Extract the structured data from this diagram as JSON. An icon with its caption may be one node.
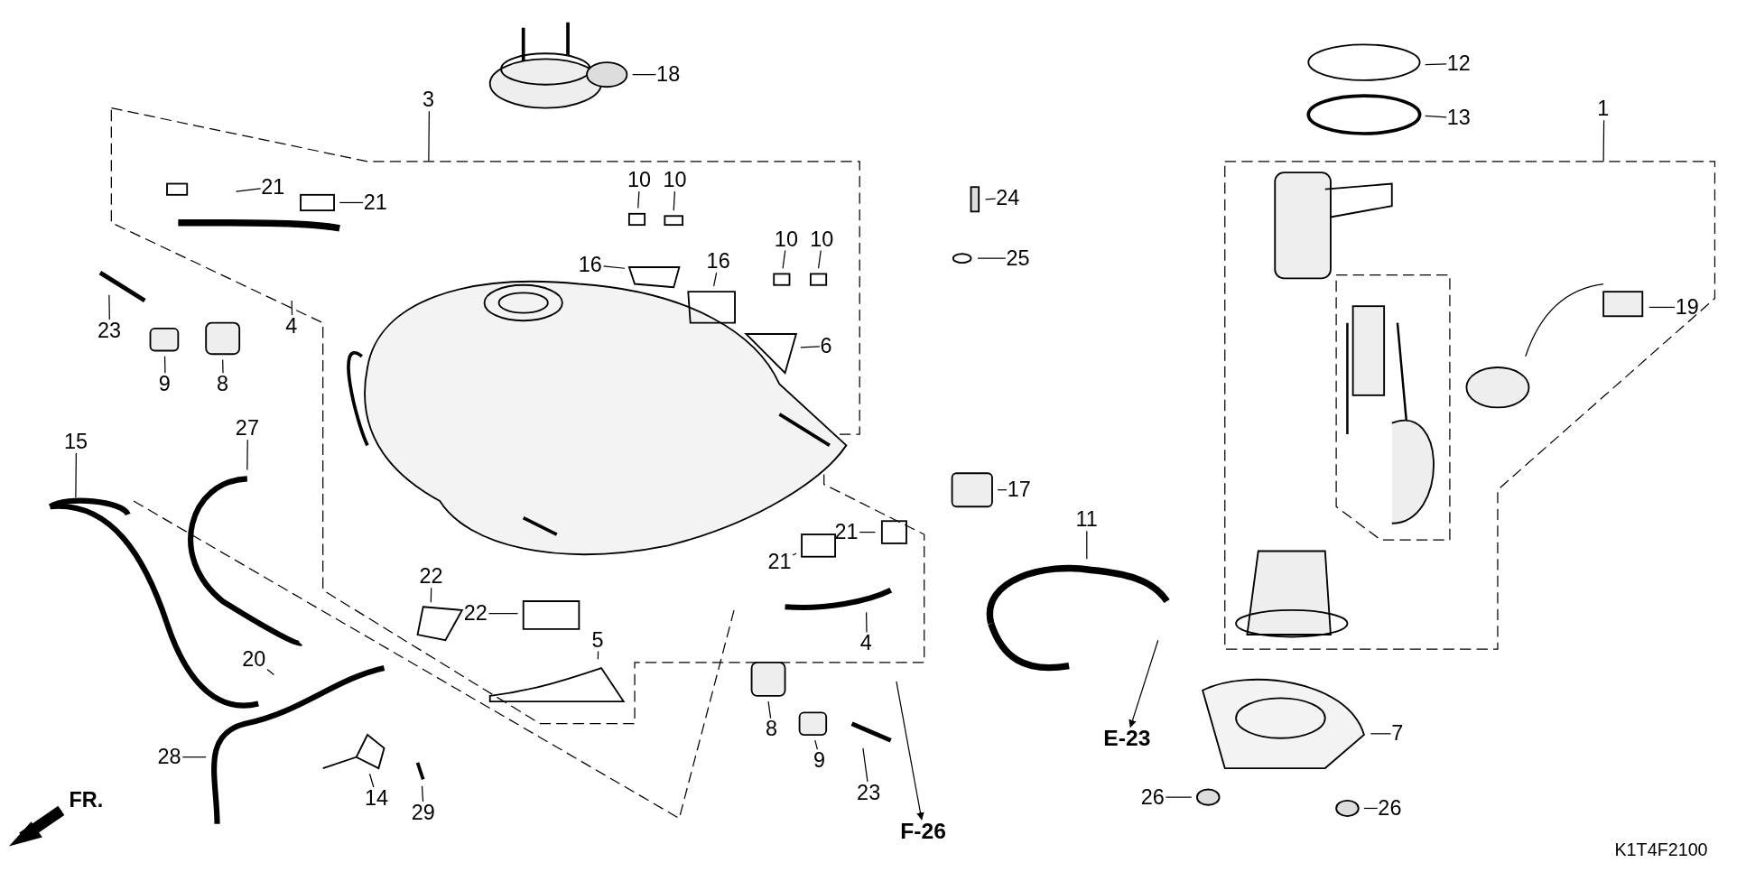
{
  "diagram": {
    "nodes": [
      {
        "text": [
          "18"
        ]
      },
      {
        "text": [
          "3"
        ]
      },
      {
        "text": [
          "12"
        ]
      },
      {
        "text": [
          "13"
        ]
      },
      {
        "text": [
          "1"
        ]
      },
      {
        "text": [
          "21"
        ]
      },
      {
        "text": [
          "21"
        ]
      },
      {
        "text": [
          "10"
        ]
      },
      {
        "text": [
          "10"
        ]
      },
      {
        "text": [
          "24"
        ]
      },
      {
        "text": [
          "10"
        ]
      },
      {
        "text": [
          "10"
        ]
      },
      {
        "text": [
          "25"
        ]
      },
      {
        "text": [
          "19"
        ]
      },
      {
        "text": [
          "16"
        ]
      },
      {
        "text": [
          "16"
        ]
      },
      {
        "text": [
          "4"
        ]
      },
      {
        "text": [
          "23"
        ]
      },
      {
        "text": [
          "9"
        ]
      },
      {
        "text": [
          "8"
        ]
      },
      {
        "text": [
          "6"
        ]
      },
      {
        "text": [
          "27"
        ]
      },
      {
        "text": [
          "15"
        ]
      },
      {
        "text": [
          "17"
        ]
      },
      {
        "text": [
          "11"
        ]
      },
      {
        "text": [
          "21"
        ]
      },
      {
        "text": [
          "21"
        ]
      },
      {
        "text": [
          "22"
        ]
      },
      {
        "text": [
          "22"
        ]
      },
      {
        "text": [
          "5"
        ]
      },
      {
        "text": [
          "4"
        ]
      },
      {
        "text": [
          "20"
        ]
      },
      {
        "text": [
          "8"
        ]
      },
      {
        "text": [
          "9"
        ]
      },
      {
        "text": [
          "23"
        ]
      },
      {
        "text": [
          "7"
        ]
      },
      {
        "text": [
          "E-23"
        ]
      },
      {
        "text": [
          "28"
        ]
      },
      {
        "text": [
          "14"
        ]
      },
      {
        "text": [
          "29"
        ]
      },
      {
        "text": [
          "26"
        ]
      },
      {
        "text": [
          "26"
        ]
      },
      {
        "text": [
          "F-26"
        ]
      }
    ],
    "edges": [
      {
        "from": 0,
        "to": null,
        "arrow": "none"
      },
      {
        "from": 1,
        "to": null,
        "arrow": "none"
      },
      {
        "from": 2,
        "to": null,
        "arrow": "none"
      },
      {
        "from": 3,
        "to": null,
        "arrow": "none"
      },
      {
        "from": 4,
        "to": null,
        "arrow": "none"
      },
      {
        "from": 5,
        "to": null,
        "arrow": "none"
      },
      {
        "from": 6,
        "to": null,
        "arrow": "none"
      },
      {
        "from": 7,
        "to": null,
        "arrow": "none"
      },
      {
        "from": 8,
        "to": null,
        "arrow": "none"
      },
      {
        "from": 9,
        "to": null,
        "arrow": "none"
      },
      {
        "from": 10,
        "to": null,
        "arrow": "none"
      },
      {
        "from": 11,
        "to": null,
        "arrow": "none"
      },
      {
        "from": 12,
        "to": null,
        "arrow": "none"
      },
      {
        "from": 13,
        "to": null,
        "arrow": "none"
      },
      {
        "from": 14,
        "to": null,
        "arrow": "none"
      },
      {
        "from": 15,
        "to": null,
        "arrow": "none"
      },
      {
        "from": 16,
        "to": null,
        "arrow": "none"
      },
      {
        "from": 17,
        "to": null,
        "arrow": "none"
      },
      {
        "from": 18,
        "to": null,
        "arrow": "none"
      },
      {
        "from": 19,
        "to": null,
        "arrow": "none"
      },
      {
        "from": 20,
        "to": null,
        "arrow": "none"
      },
      {
        "from": 21,
        "to": null,
        "arrow": "none"
      },
      {
        "from": 22,
        "to": null,
        "arrow": "none"
      },
      {
        "from": 23,
        "to": null,
        "arrow": "none"
      },
      {
        "from": 24,
        "to": null,
        "arrow": "none"
      },
      {
        "from": 25,
        "to": null,
        "arrow": "none"
      },
      {
        "from": 26,
        "to": null,
        "arrow": "none"
      },
      {
        "from": 27,
        "to": null,
        "arrow": "none"
      },
      {
        "from": 28,
        "to": null,
        "arrow": "none"
      },
      {
        "from": 29,
        "to": null,
        "arrow": "none"
      },
      {
        "from": 30,
        "to": null,
        "arrow": "none"
      },
      {
        "from": 31,
        "to": null,
        "arrow": "none"
      },
      {
        "from": 32,
        "to": null,
        "arrow": "none"
      },
      {
        "from": 33,
        "to": null,
        "arrow": "none"
      },
      {
        "from": 34,
        "to": null,
        "arrow": "none"
      },
      {
        "from": 35,
        "to": null,
        "arrow": "none"
      },
      {
        "from": null,
        "to": 36,
        "arrow": "to"
      },
      {
        "from": 37,
        "to": null,
        "arrow": "none"
      },
      {
        "from": 38,
        "to": null,
        "arrow": "none"
      },
      {
        "from": 39,
        "to": null,
        "arrow": "none"
      },
      {
        "from": 40,
        "to": null,
        "arrow": "none"
      },
      {
        "from": 41,
        "to": null,
        "arrow": "none"
      },
      {
        "from": null,
        "to": 42,
        "arrow": "to"
      }
    ],
    "labels": [
      "FR.",
      "K1T4F2100"
    ]
  }
}
